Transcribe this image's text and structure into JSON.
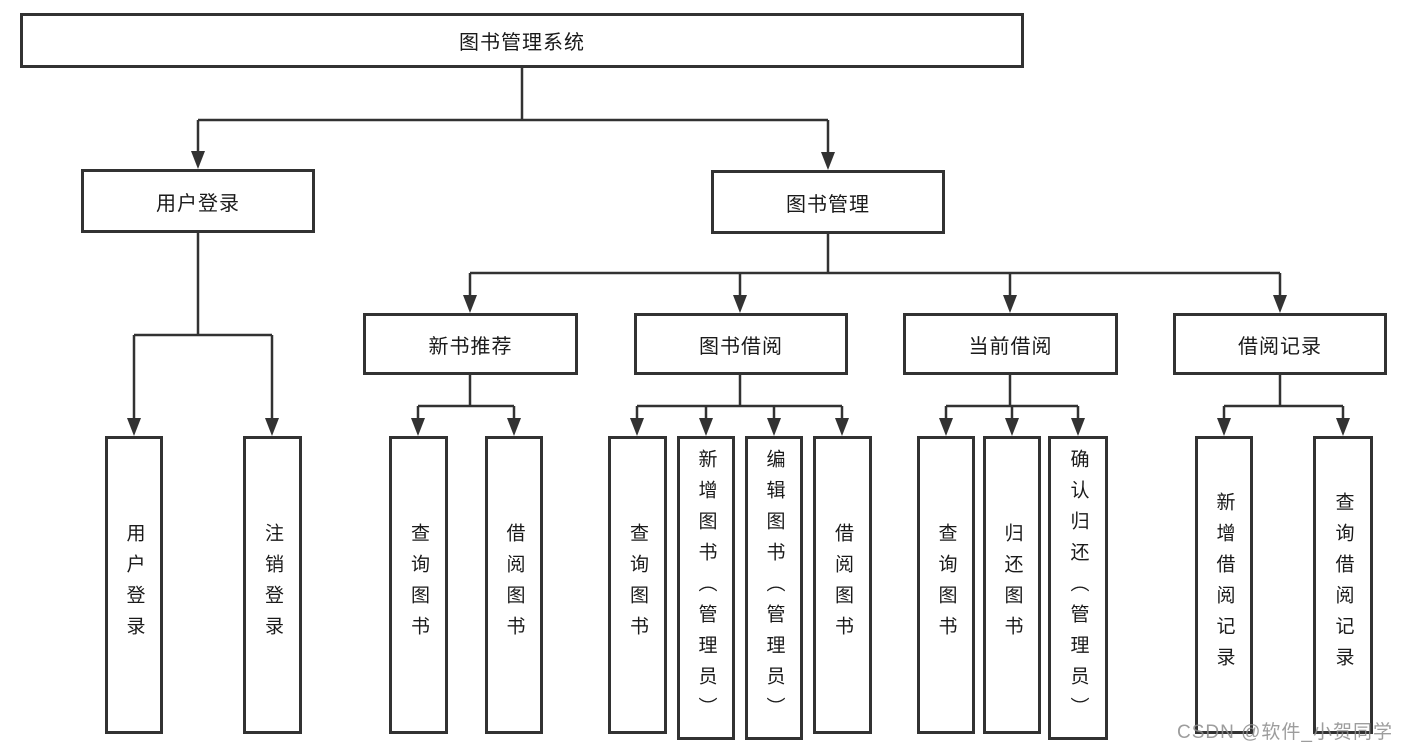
{
  "tree": {
    "root": {
      "label": "图书管理系统",
      "children": [
        {
          "label": "用户登录",
          "children": [
            {
              "label": "用户登录"
            },
            {
              "label": "注销登录"
            }
          ]
        },
        {
          "label": "图书管理",
          "children": [
            {
              "label": "新书推荐",
              "children": [
                {
                  "label": "查询图书"
                },
                {
                  "label": "借阅图书"
                }
              ]
            },
            {
              "label": "图书借阅",
              "children": [
                {
                  "label": "查询图书"
                },
                {
                  "label": "新增图书（管理员）"
                },
                {
                  "label": "编辑图书（管理员）"
                },
                {
                  "label": "借阅图书"
                }
              ]
            },
            {
              "label": "当前借阅",
              "children": [
                {
                  "label": "查询图书"
                },
                {
                  "label": "归还图书"
                },
                {
                  "label": "确认归还（管理员）"
                }
              ]
            },
            {
              "label": "借阅记录",
              "children": [
                {
                  "label": "新增借阅记录"
                },
                {
                  "label": "查询借阅记录"
                }
              ]
            }
          ]
        }
      ]
    }
  },
  "watermark": {
    "text": "CSDN @软件_小贺同学"
  },
  "colors": {
    "line": "#323232",
    "box_border": "#323232",
    "text": "#1a1a1a",
    "watermark": "#8c8c8c",
    "background": "#ffffff"
  }
}
